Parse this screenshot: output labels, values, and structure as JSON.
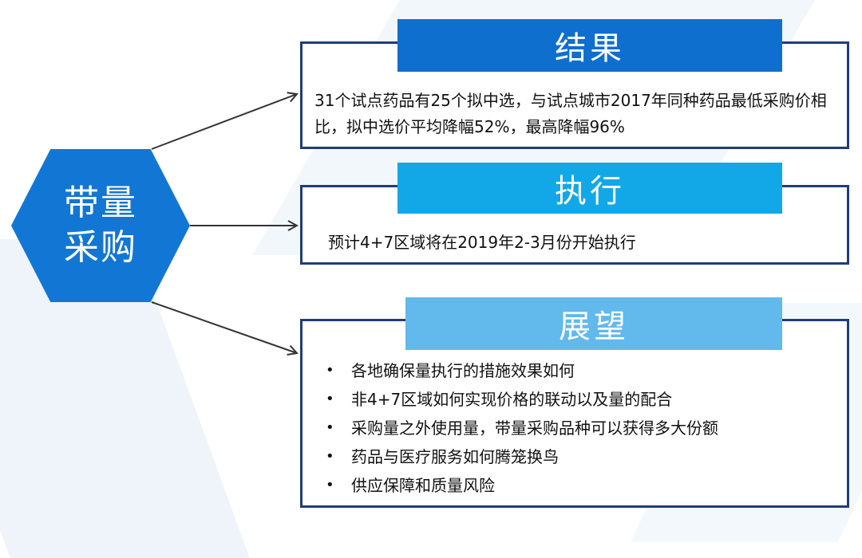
{
  "center": {
    "label": "带量采购"
  },
  "sections": {
    "result": {
      "title": "结果",
      "text": "31个试点药品有25个拟中选，与试点城市2017年同种药品最低采购价相比，拟中选价平均降幅52%，最高降幅96%"
    },
    "execution": {
      "title": "执行",
      "text": "预计4+7区域将在2019年2-3月份开始执行"
    },
    "outlook": {
      "title": "展望",
      "items": [
        "各地确保量执行的措施效果如何",
        "非4+7区域如何实现价格的联动以及量的配合",
        "采购量之外使用量，带量采购品种可以获得多大份额",
        "药品与医疗服务如何腾笼换鸟",
        "供应保障和质量风险"
      ]
    }
  },
  "colors": {
    "hexagon": "#1277d4",
    "result_header": "#0f6fce",
    "execution_header": "#12a8e8",
    "outlook_header": "#62b9ec",
    "box_border": "#1f3d7a",
    "arrow": "#333333"
  }
}
